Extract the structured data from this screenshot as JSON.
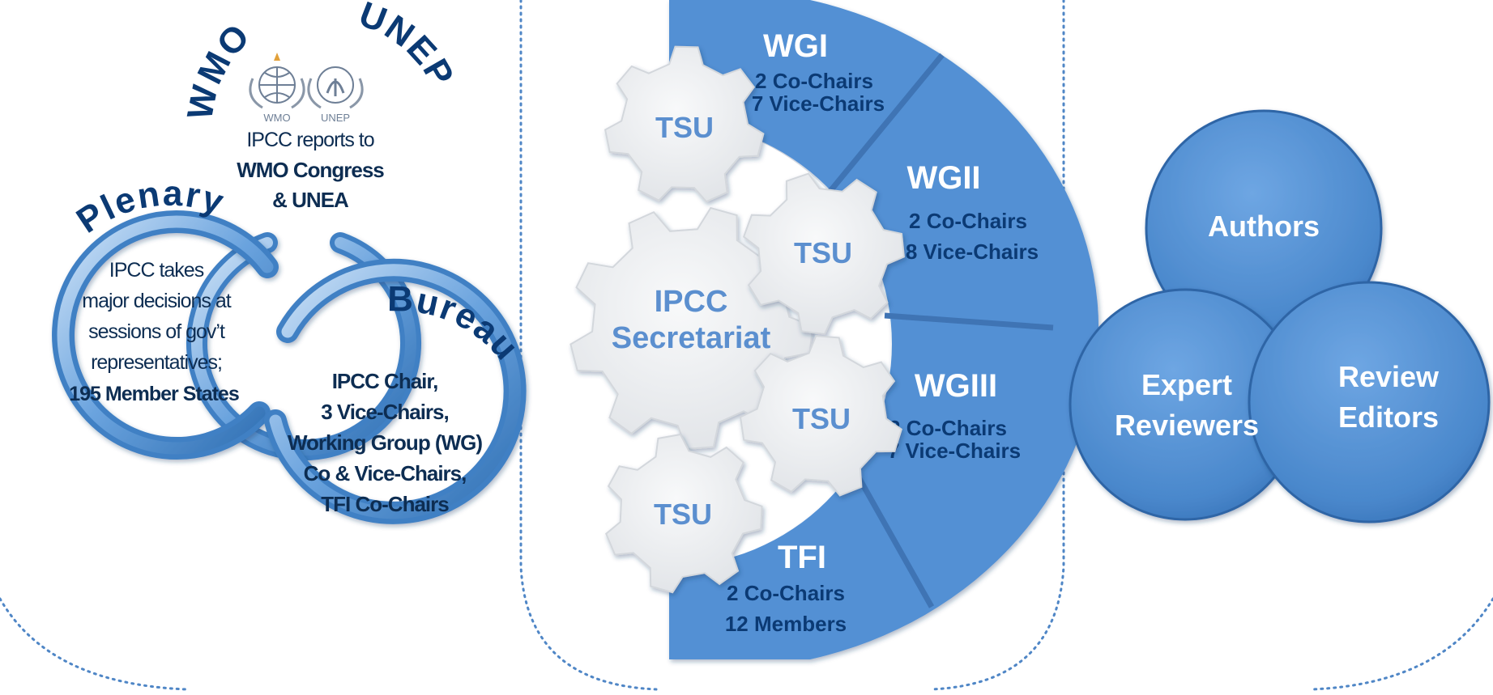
{
  "colors": {
    "ring_outer": "#3f80c4",
    "ring_light": "#9fc6ee",
    "panel_blue": "#5290d4",
    "panel_divider": "#3f74b4",
    "gear_fill": "#eceef1",
    "gear_text": "#5b8fcf",
    "title_navy": "#0b3a74",
    "dotted_border": "#4f86c6"
  },
  "left_panel": {
    "wmo_label": "WMO",
    "unep_label": "UNEP",
    "logo_wmo_caption": "WMO",
    "logo_unep_caption": "UNEP",
    "reports_line1": "IPCC reports to",
    "reports_line2": "WMO Congress",
    "reports_line3": "& UNEA",
    "plenary_label": "Plenary",
    "plenary_line1": "IPCC takes",
    "plenary_line2": "major decisions at",
    "plenary_line3": "sessions of gov’t",
    "plenary_line4": "representatives;",
    "plenary_line5": "195 Member States",
    "bureau_label": "Bureau",
    "bureau_line1": "IPCC Chair,",
    "bureau_line2": "3 Vice-Chairs,",
    "bureau_line3": "Working Group (WG)",
    "bureau_line4": "Co & Vice-Chairs,",
    "bureau_line5": "TFI Co-Chairs"
  },
  "center_panel": {
    "secretariat_line1": "IPCC",
    "secretariat_line2": "Secretariat",
    "tsu_label": "TSU",
    "groups": [
      {
        "name": "WGI",
        "line1": "2 Co-Chairs",
        "line2": "7 Vice-Chairs"
      },
      {
        "name": "WGII",
        "line1": "2 Co-Chairs",
        "line2": "8 Vice-Chairs"
      },
      {
        "name": "WGIII",
        "line1": "2 Co-Chairs",
        "line2": "7 Vice-Chairs"
      },
      {
        "name": "TFI",
        "line1": "2 Co-Chairs",
        "line2": "12 Members"
      }
    ]
  },
  "right_panel": {
    "authors": "Authors",
    "expert_line1": "Expert",
    "expert_line2": "Reviewers",
    "review_line1": "Review",
    "review_line2": "Editors"
  }
}
